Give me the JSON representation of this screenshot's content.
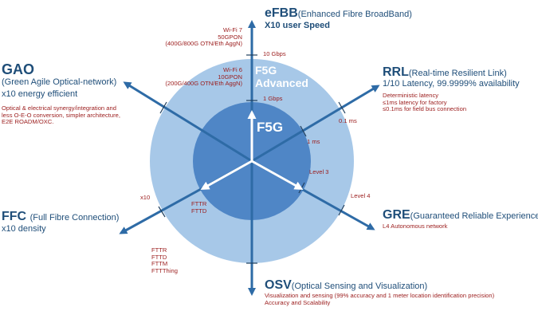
{
  "center": {
    "inner_label": "F5G",
    "outer_label_line1": "F5G",
    "outer_label_line2": "Advanced"
  },
  "efbb": {
    "acronym": "eFBB",
    "name": "(Enhanced Fibre BroadBand)",
    "metric": "X10 user Speed",
    "advanced_spec": [
      "Wi-Fi 7",
      "50GPON",
      "(400G/800G OTN/Eth AggN)"
    ],
    "base_spec": [
      "Wi-Fi 6",
      "10GPON",
      "(200G/400G OTN/Eth AggN)"
    ],
    "tick_outer": "10 Gbps",
    "tick_inner": "1 Gbps"
  },
  "rrl": {
    "acronym": "RRL",
    "name": "(Real-time Resilient Link)",
    "metric": "1/10 Latency, 99.9999% availability",
    "details": [
      "Deterministic latency",
      "≤1ms latency for factory",
      "≤0.1ms for field bus connection"
    ],
    "tick_outer": "0.1 ms",
    "tick_inner": "1 ms"
  },
  "gre": {
    "acronym": "GRE",
    "name": "(Guaranteed Reliable Experience",
    "details": [
      "L4 Autonomous network"
    ],
    "tick_outer": "Level 4",
    "tick_inner": "Level 3"
  },
  "osv": {
    "acronym": "OSV",
    "name": "(Optical Sensing and Visualization)",
    "details": [
      "Visualization and sensing (99% accuracy and 1 meter location identification precision)",
      "Accuracy and Scalability"
    ]
  },
  "ffc": {
    "acronym": "FFC",
    "name": "(Full Fibre Connection)",
    "metric": "x10 density",
    "tick_outer": "x10",
    "base_spec": [
      "FTTR",
      "FTTD"
    ],
    "advanced_spec": [
      "FTTR",
      "FTTD",
      "FTTM",
      "FTTThing"
    ]
  },
  "gao": {
    "acronym": "GAO",
    "name": "(Green Agile Optical-network)",
    "metric": "x10 energy efficient",
    "details": [
      "Optical & electrical synergy/integration and",
      "less O-E-O conversion, simpler architecture,",
      "E2E ROADM/OXC."
    ]
  },
  "colors": {
    "outer_circle": "#a7c8e8",
    "inner_circle": "#4f86c6",
    "axis": "#2e6ba6",
    "title": "#1f4e79",
    "detail_red": "#9b1c1c"
  }
}
